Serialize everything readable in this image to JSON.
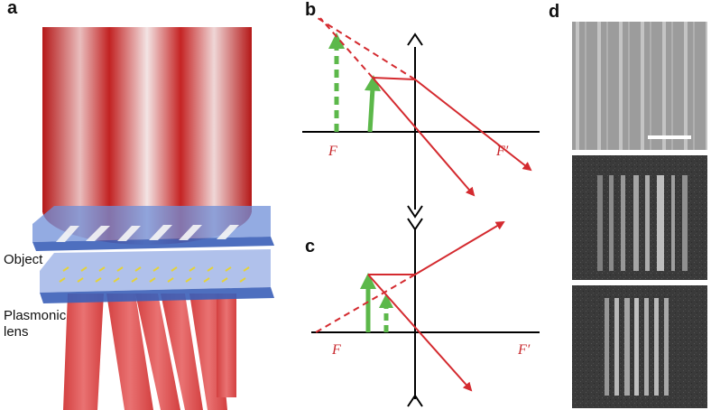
{
  "panels": {
    "a": {
      "label": "a",
      "object_label": "Object",
      "lens_label_line1": "Plasmonic",
      "lens_label_line2": "lens"
    },
    "b": {
      "label": "b",
      "focal_left": "F",
      "focal_right": "F′"
    },
    "c": {
      "label": "c",
      "focal_left": "F",
      "focal_right": "F′"
    },
    "d": {
      "label": "d"
    }
  },
  "colors": {
    "ray": "#d42a2f",
    "object_arrow": "#5cb84a",
    "axis": "#000000",
    "beam": "#c41e1e",
    "plate": "#5a7fc8"
  }
}
